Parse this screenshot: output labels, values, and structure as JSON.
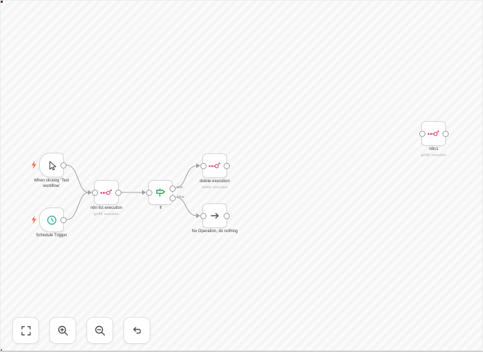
{
  "colors": {
    "bolt": "#ff6d5a",
    "clock_green": "#27b093",
    "n8n_pink": "#e0457b",
    "if_green": "#1d9e4f",
    "icon_dark": "#4d4d4d",
    "edge_gray": "#a3a3a3",
    "stripe_a": "#f5f5f5",
    "stripe_b": "#fbfbfb"
  },
  "nodes": {
    "manual_trigger": {
      "label": "When clicking ‘Test workflow’",
      "icon": "cursor-icon"
    },
    "schedule_trigger": {
      "label": "Schedule Trigger",
      "icon": "clock-icon"
    },
    "n8n_list": {
      "label": "n8n list execution",
      "subtitle": "getAll: execution",
      "icon": "n8n-icon"
    },
    "if_node": {
      "label": "If",
      "icon": "signpost-icon"
    },
    "delete_execution": {
      "label": "delete execution",
      "subtitle": "delete: execution",
      "icon": "n8n-icon"
    },
    "noop": {
      "label": "No Operation, do nothing",
      "icon": "arrow-right-icon"
    },
    "n8n1": {
      "label": "n8n1",
      "subtitle": "getAll: execution",
      "icon": "n8n-icon"
    }
  },
  "edges": {
    "true_label": "true",
    "false_label": "false"
  },
  "controls": {
    "icons": [
      "fit-view-icon",
      "zoom-in-icon",
      "zoom-out-icon",
      "undo-icon"
    ]
  }
}
